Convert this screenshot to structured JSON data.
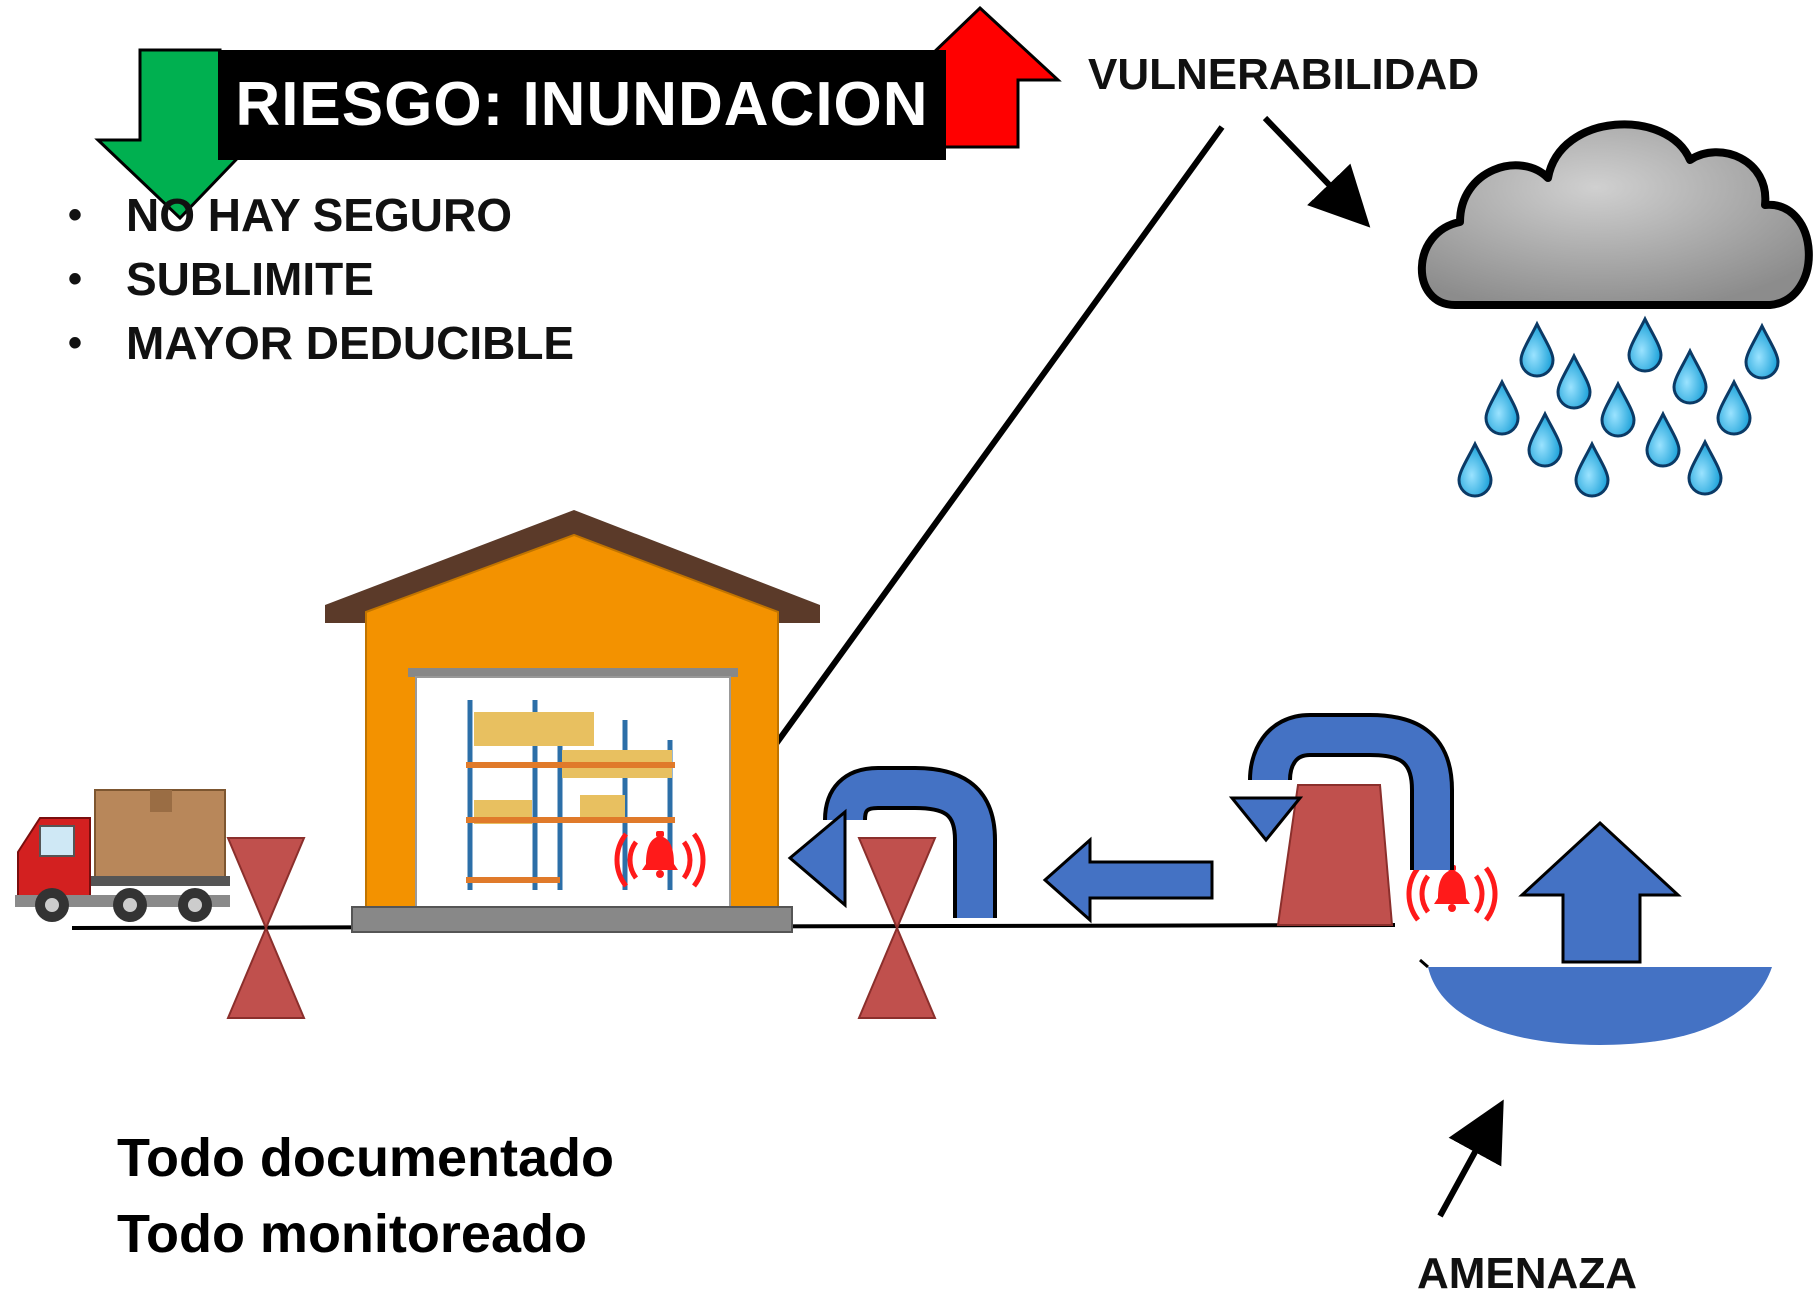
{
  "title": "RIESGO: INUNDACION",
  "labels": {
    "vulnerability": "VULNERABILIDAD",
    "threat": "AMENAZA"
  },
  "bullets": [
    "NO HAY SEGURO",
    "SUBLIMITE",
    "MAYOR DEDUCIBLE"
  ],
  "footer": {
    "line1": "Todo documentado",
    "line2": "Todo monitoreado"
  },
  "colors": {
    "down_arrow": "#00b050",
    "up_arrow": "#ff0000",
    "water": "#4472c4",
    "barrier": "#c0504d",
    "warehouse": "#f39200",
    "roof": "#5b3a29",
    "alarm": "#ff1a1a",
    "cloud": "#a6a6a6",
    "rain": "#33a9e0"
  },
  "icons": [
    "down-arrow-icon",
    "up-arrow-icon",
    "rain-cloud-icon",
    "alarm-bell-icon",
    "truck-icon",
    "warehouse-icon"
  ]
}
